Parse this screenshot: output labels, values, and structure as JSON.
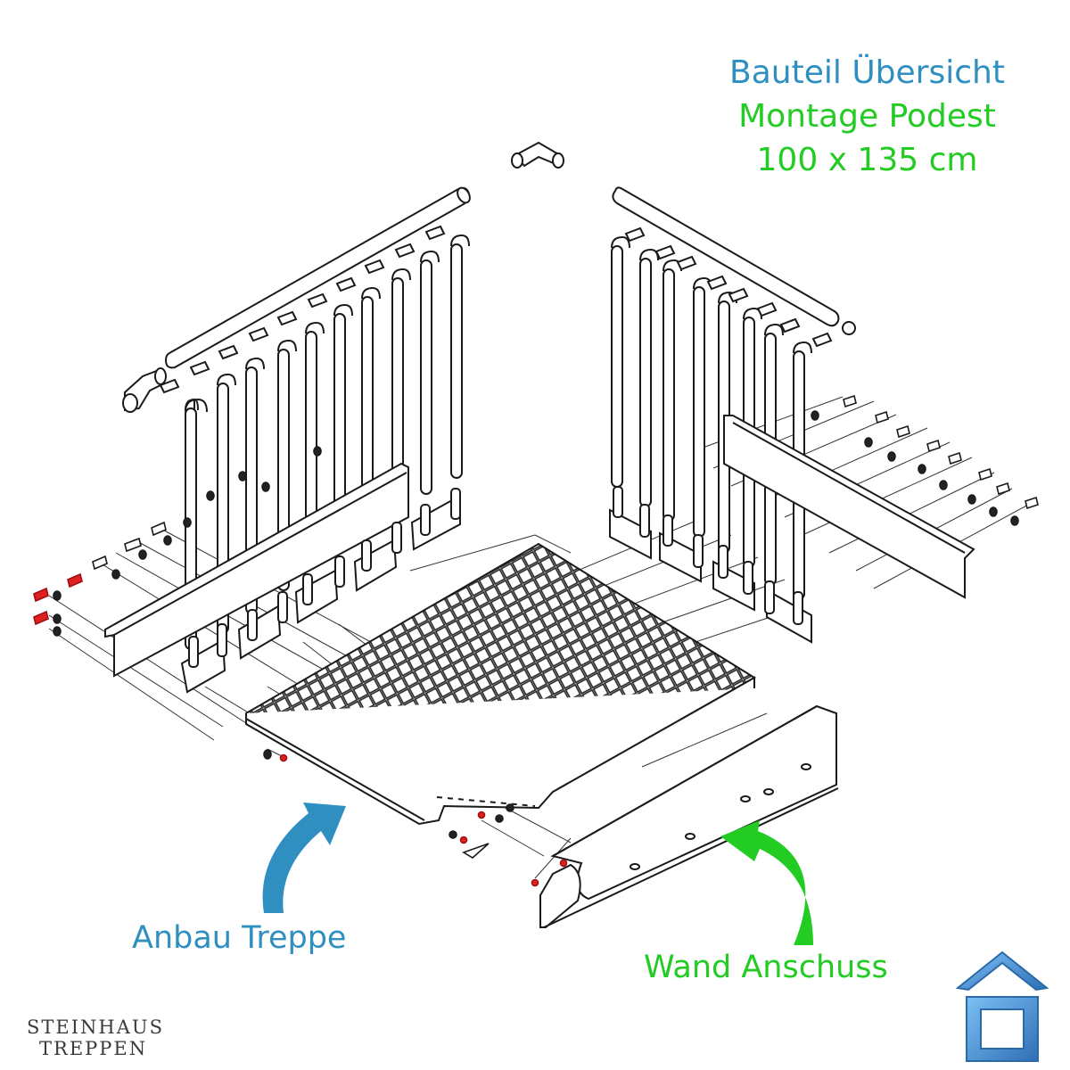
{
  "header": {
    "line1": "Bauteil Übersicht",
    "line2": "Montage Podest",
    "line3": "100 x 135 cm"
  },
  "callouts": {
    "left": "Anbau Treppe",
    "right": "Wand Anschuss"
  },
  "brand": {
    "line1": "STEINHAUS",
    "line2": "TREPPEN"
  },
  "colors": {
    "blue": "#2f8fc0",
    "green": "#22cc22",
    "outline": "#1a1a1a",
    "accent_red": "#e02020",
    "logo_blue": "#4a90d9"
  },
  "icons": {
    "left_arrow": "curved-arrow-blue",
    "right_arrow": "curved-arrow-green",
    "logo": "house-logo"
  }
}
